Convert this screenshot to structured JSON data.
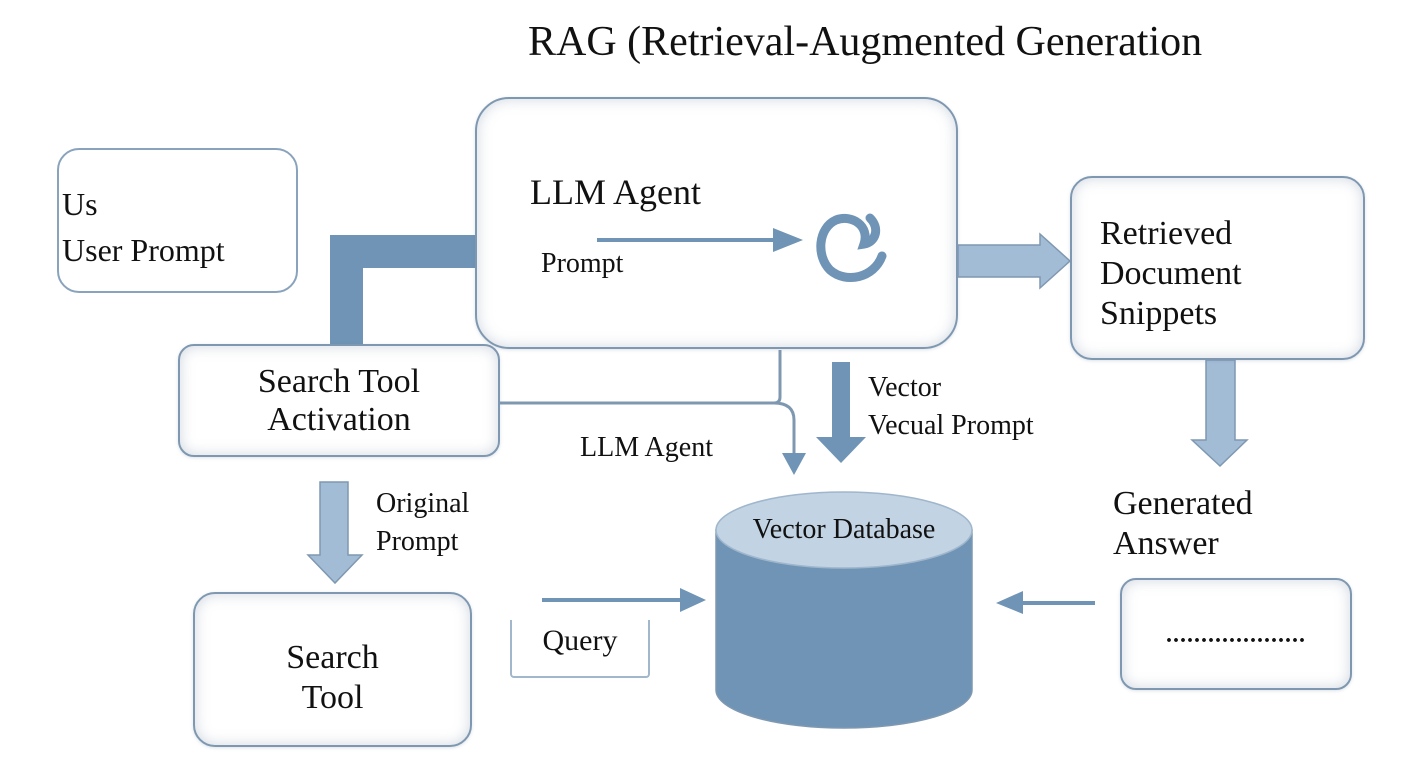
{
  "title": "RAG (Retrieval-Augmented Generation",
  "colors": {
    "arrow_dark": "#6f94b5",
    "arrow_light": "#a3bcd6",
    "box_border": "#7f98b1",
    "db_body": "#6f94b5",
    "db_top": "#c2d3e3"
  },
  "nodes": {
    "user_prompt": {
      "line1": "Us",
      "line2": "User Prompt"
    },
    "llm_agent": {
      "title": "LLM Agent",
      "prompt_label": "Prompt",
      "icon": "spiral-icon"
    },
    "retrieved": {
      "line1": "Retrieved",
      "line2": "Document",
      "line3": "Snippets"
    },
    "search_activation": {
      "line1": "Search Tool",
      "line2": "Activation"
    },
    "search_tool": {
      "line1": "Search",
      "line2": "Tool"
    },
    "vector_db": {
      "label": "Vector Database"
    },
    "generated_answer": {
      "line1": "Generated",
      "line2": "Answer",
      "content": "...................."
    }
  },
  "edge_labels": {
    "llm_agent_bottom": "LLM Agent",
    "vector_line1": "Vector",
    "vector_line2": "Vecual Prompt",
    "original_line1": "Original",
    "original_line2": "Prompt",
    "query": "Query"
  }
}
